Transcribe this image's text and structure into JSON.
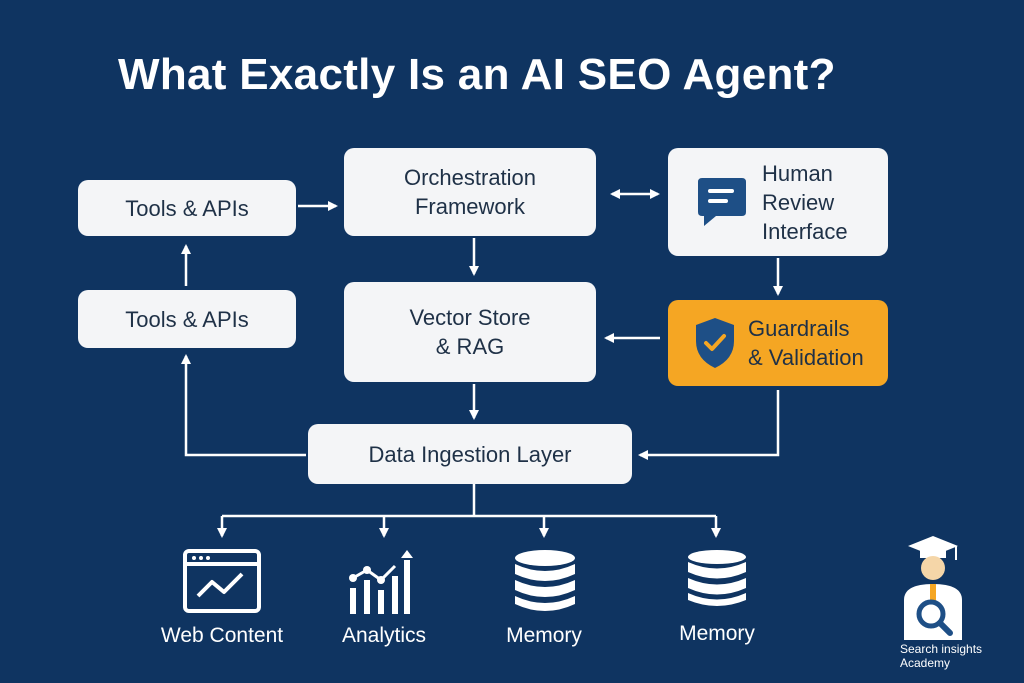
{
  "title": "What Exactly Is an AI SEO Agent?",
  "nodes": {
    "tools_apis_top": "Tools & APIs",
    "tools_apis_bottom": "Tools & APIs",
    "orchestration": [
      "Orchestration",
      "Framework"
    ],
    "human_review": [
      "Human",
      "Review",
      "Interface"
    ],
    "vector_store": [
      "Vector Store",
      "& RAG"
    ],
    "guardrails": [
      "Guardrails",
      "& Validation"
    ],
    "data_ingestion": "Data Ingestion Layer"
  },
  "sources": [
    {
      "label": "Web Content",
      "icon": "browser-chart-icon"
    },
    {
      "label": "Analytics",
      "icon": "bar-chart-icon"
    },
    {
      "label": "Memory",
      "icon": "database-icon"
    },
    {
      "label": "Memory",
      "icon": "database-icon"
    }
  ],
  "brand": {
    "line1": "Search insights",
    "line2": "Academy"
  },
  "colors": {
    "background": "#0f3461",
    "node": "#f4f5f7",
    "accent": "#f5a623",
    "text_dark": "#1f3147",
    "connector": "#ffffff"
  }
}
